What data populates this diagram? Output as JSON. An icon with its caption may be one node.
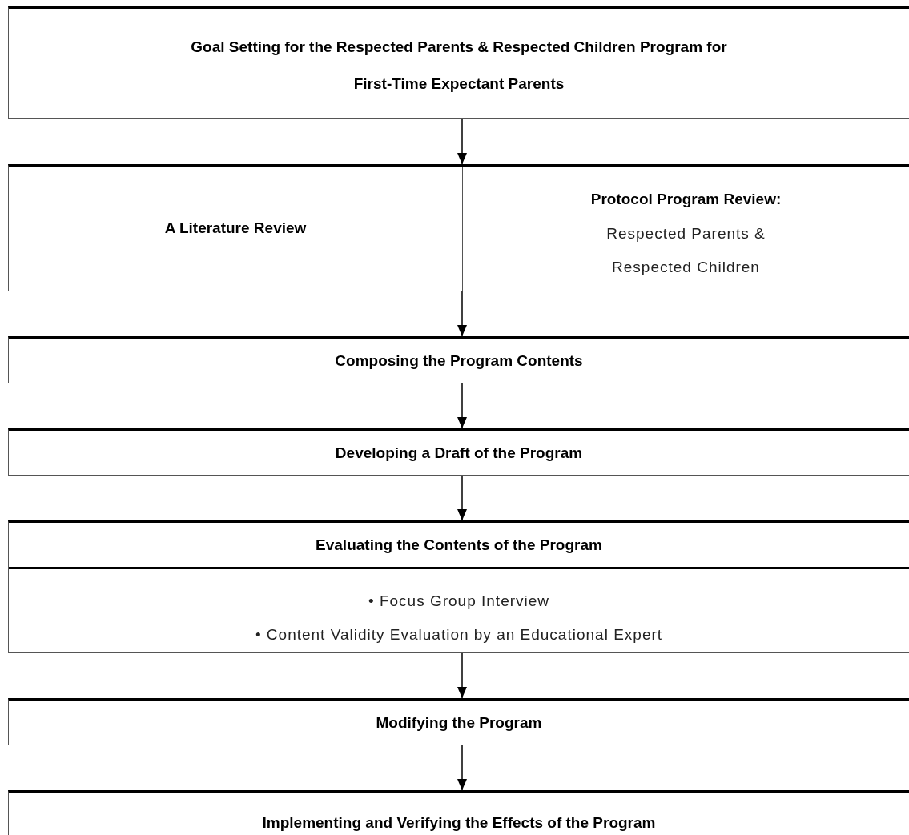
{
  "diagram": {
    "nodes": [
      {
        "text": [
          "Goal Setting for the Respected Parents & Respected Children Program for First-Time Expectant Parents"
        ]
      },
      {
        "text": [],
        "shape": "box"
      },
      {
        "text": [
          "A Literature Review"
        ],
        "in": 1
      },
      {
        "text": [
          "Protocol Program Review:",
          "Respected Parents & Respected Children"
        ],
        "in": 1
      },
      {
        "text": [
          "Composing the Program Contents"
        ]
      },
      {
        "text": [
          "Developing a Draft of the Program"
        ]
      },
      {
        "text": [
          "Evaluating the Contents of the Program",
          "• Focus Group Interview",
          "• Content Validity Evaluation by an Educational Expert"
        ]
      },
      {
        "text": [
          "Modifying the Program"
        ]
      },
      {
        "text": [
          "Implementing and Verifying the Effects of the Program"
        ]
      }
    ],
    "edges": [
      {
        "from": 0,
        "to": 1,
        "arrow": "to"
      },
      {
        "from": 1,
        "to": 4,
        "arrow": "to"
      },
      {
        "from": 4,
        "to": 5,
        "arrow": "to"
      },
      {
        "from": 5,
        "to": 6,
        "arrow": "to"
      },
      {
        "from": 6,
        "to": 7,
        "arrow": "to"
      },
      {
        "from": 7,
        "to": 8,
        "arrow": "to"
      }
    ]
  }
}
